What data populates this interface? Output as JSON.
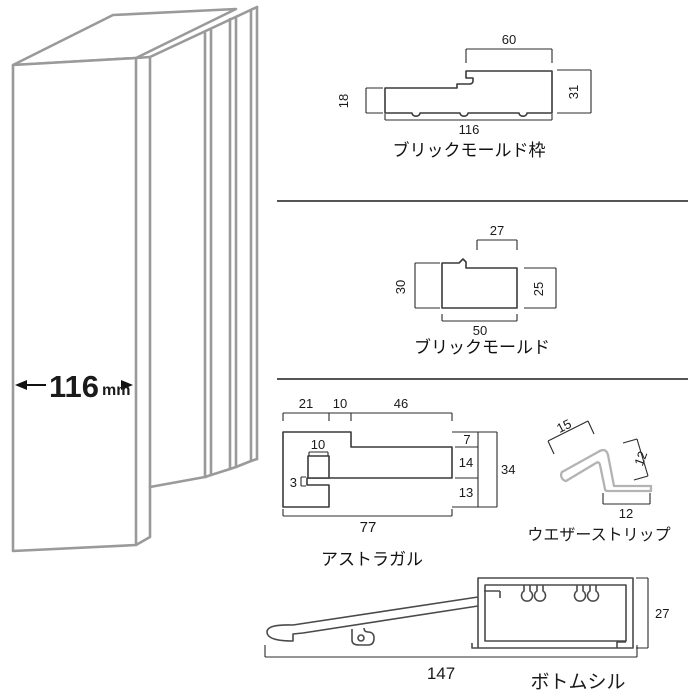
{
  "door_frame": {
    "width_value": "116",
    "width_unit": "mm"
  },
  "sections": {
    "brick_mold_frame": {
      "label": "ブリックモールド枠",
      "dim_top": "60",
      "dim_left": "18",
      "dim_right": "31",
      "dim_bottom": "116"
    },
    "brick_mold": {
      "label": "ブリックモールド",
      "dim_top": "27",
      "dim_left": "30",
      "dim_right": "25",
      "dim_bottom": "50"
    },
    "astragal": {
      "label": "アストラガル",
      "dim_top_1": "21",
      "dim_top_2": "10",
      "dim_top_3": "46",
      "dim_inner": "10",
      "dim_left": "3",
      "dim_right_1": "7",
      "dim_right_2": "14",
      "dim_right_3": "13",
      "dim_right_total": "34",
      "dim_bottom": "77"
    },
    "weather_strip": {
      "label": "ウエザーストリップ",
      "dim_flange": "15",
      "dim_side": "12",
      "dim_bottom": "12"
    },
    "bottom_sill": {
      "label": "ボトムシル",
      "dim_bottom": "147",
      "dim_right": "27"
    }
  },
  "colors": {
    "outline_3d": "#9a9a9a",
    "section_drawing": "#3a3a3a",
    "weather_strip": "#b3b3b3",
    "bottom_sill": "#4a4a4a",
    "divider": "#555555",
    "text": "#1a1a1a"
  }
}
